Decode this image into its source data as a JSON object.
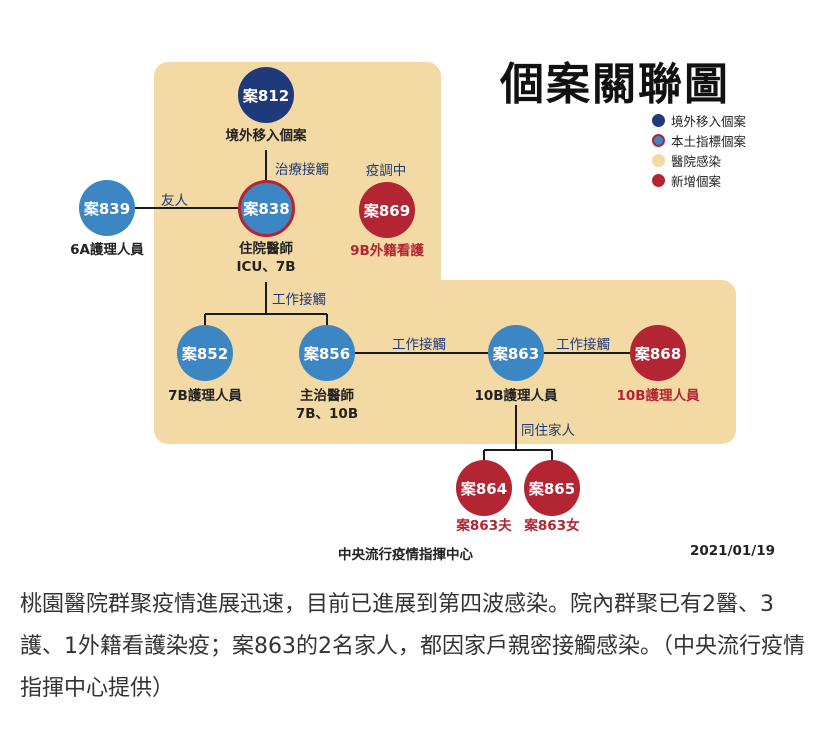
{
  "title": "個案關聯圖",
  "legend": [
    {
      "label": "境外移入個案",
      "color": "#1f3a7a"
    },
    {
      "label": "本土指標個案",
      "color": "#3d86c4",
      "border": "#b32532"
    },
    {
      "label": "醫院感染",
      "color": "#f3d9a4"
    },
    {
      "label": "新增個案",
      "color": "#b32532"
    }
  ],
  "nodes": {
    "c812": {
      "label": "案812",
      "caption": "境外移入個案"
    },
    "c838": {
      "label": "案838",
      "caption_1": "住院醫師",
      "caption_2": "ICU、7B"
    },
    "c839": {
      "label": "案839",
      "caption": "6A護理人員"
    },
    "c869": {
      "label": "案869",
      "note": "疫調中",
      "caption": "9B外籍看護"
    },
    "c852": {
      "label": "案852",
      "caption": "7B護理人員"
    },
    "c856": {
      "label": "案856",
      "caption_1": "主治醫師",
      "caption_2": "7B、10B"
    },
    "c863": {
      "label": "案863",
      "caption": "10B護理人員"
    },
    "c868": {
      "label": "案868",
      "caption": "10B護理人員"
    },
    "c864": {
      "label": "案864",
      "caption": "案863夫"
    },
    "c865": {
      "label": "案865",
      "caption": "案863女"
    }
  },
  "edges": {
    "treatment_contact": "治療接觸",
    "friend": "友人",
    "work_contact_838": "工作接觸",
    "work_contact_856_863": "工作接觸",
    "work_contact_863_868": "工作接觸",
    "cohabitant": "同住家人"
  },
  "footer": {
    "source": "中央流行疫情指揮中心",
    "date": "2021/01/19"
  },
  "caption": "桃園醫院群聚疫情進展迅速，目前已進展到第四波感染。院內群聚已有2醫、3護、1外籍看護染疫；案863的2名家人，都因家戶親密接觸感染。（中央流行疫情指揮中心提供）"
}
